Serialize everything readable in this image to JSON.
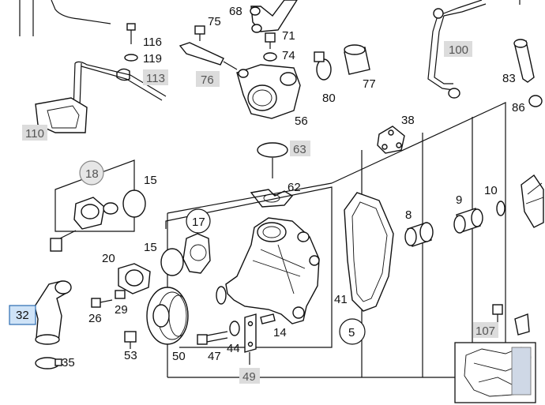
{
  "diagram": {
    "labels": {
      "p116": "116",
      "p119": "119",
      "p113": "113",
      "p75": "75",
      "p76": "76",
      "p68": "68",
      "p71": "71",
      "p74": "74",
      "p56": "56",
      "p80": "80",
      "p77": "77",
      "p100": "100",
      "p83": "83",
      "p86": "86",
      "p110": "110",
      "p38": "38",
      "p63": "63",
      "p62": "62",
      "p18": "18",
      "p15a": "15",
      "p15b": "15",
      "p17": "17",
      "p20": "20",
      "p29": "29",
      "p26": "26",
      "p32": "32",
      "p35": "35",
      "p53": "53",
      "p50": "50",
      "p47": "47",
      "p44": "44",
      "p49": "49",
      "p14": "14",
      "p41": "41",
      "p5": "5",
      "p8": "8",
      "p9": "9",
      "p10": "10",
      "p107": "107"
    },
    "highlight_color": "#cfe3f7",
    "box_color": "#dcdcdc"
  }
}
